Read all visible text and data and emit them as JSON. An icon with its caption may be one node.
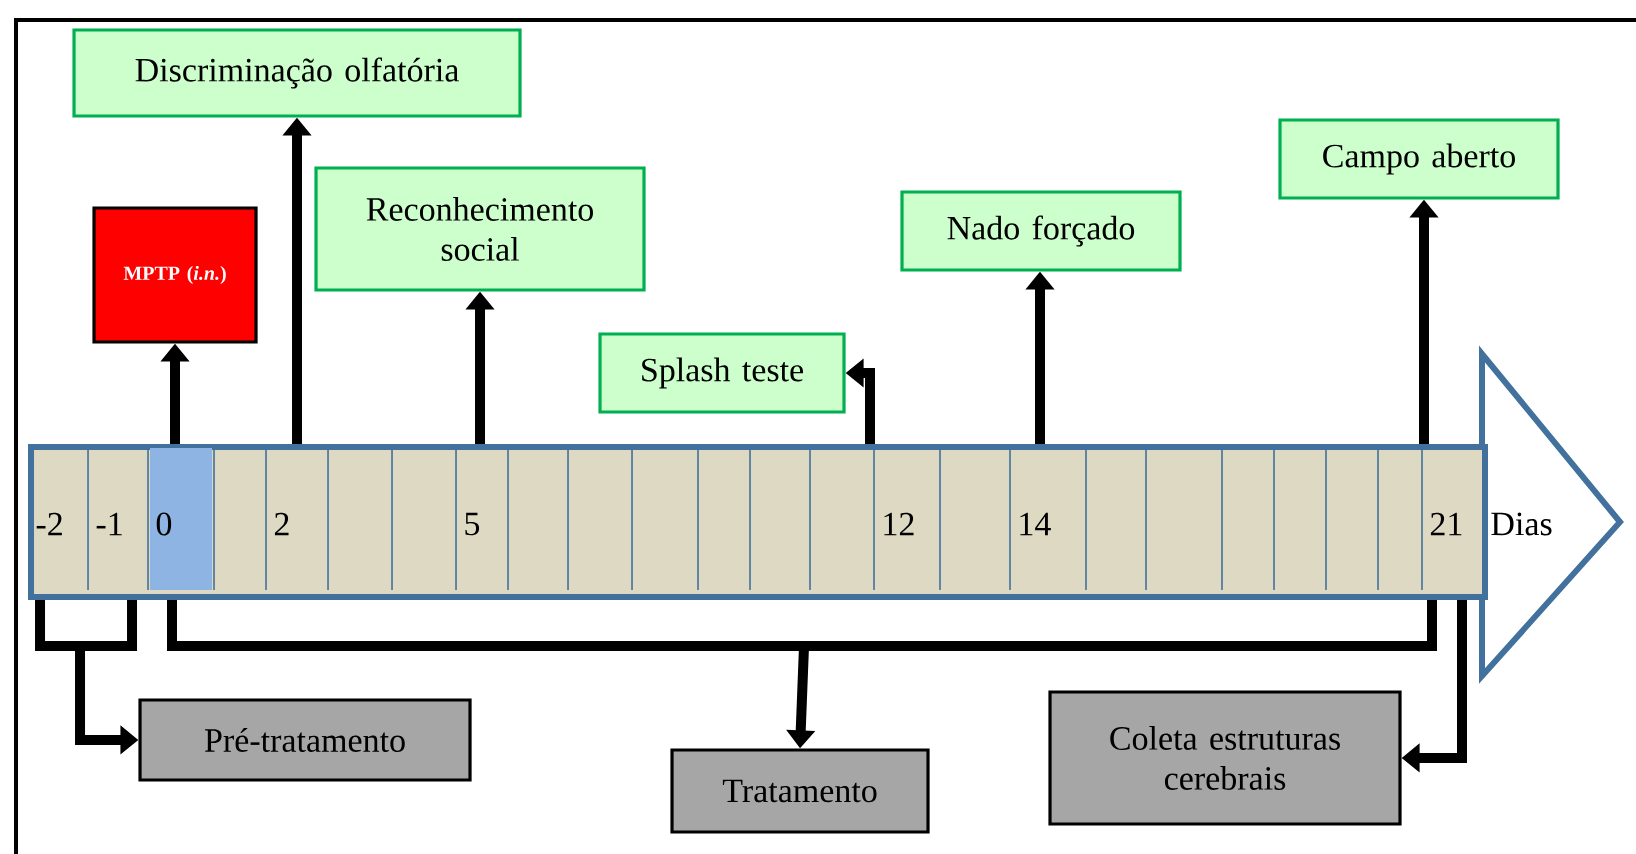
{
  "diagram": {
    "nodes": [
      {
        "text": [
          "Discriminação olfatória"
        ]
      },
      {
        "text": [
          "MPTP (*i.n.*)"
        ]
      },
      {
        "text": [
          "Reconhecimento social"
        ]
      },
      {
        "text": [
          "Splash teste"
        ]
      },
      {
        "text": [
          "Nado forçado"
        ]
      },
      {
        "text": [
          "Campo aberto"
        ]
      },
      {
        "text": [
          "-2",
          "-1",
          "0",
          "2",
          "5",
          "12",
          "14",
          "21",
          "Dias"
        ]
      },
      {
        "text": [
          "Pré-tratamento"
        ]
      },
      {
        "text": [
          "Tratamento"
        ]
      },
      {
        "text": [
          "Coleta estruturas cerebrais"
        ]
      }
    ],
    "edges": [
      {
        "from": 6,
        "to": 1,
        "arrow": "to"
      },
      {
        "from": 6,
        "to": 0,
        "arrow": "to"
      },
      {
        "from": 6,
        "to": 2,
        "arrow": "to"
      },
      {
        "from": 6,
        "to": 3,
        "arrow": "to"
      },
      {
        "from": 6,
        "to": 4,
        "arrow": "to"
      },
      {
        "from": 6,
        "to": 5,
        "arrow": "to"
      },
      {
        "from": 6,
        "to": 7,
        "arrow": "to"
      },
      {
        "from": 6,
        "to": 8,
        "arrow": "to"
      },
      {
        "from": 6,
        "to": 9,
        "arrow": "to"
      }
    ]
  }
}
